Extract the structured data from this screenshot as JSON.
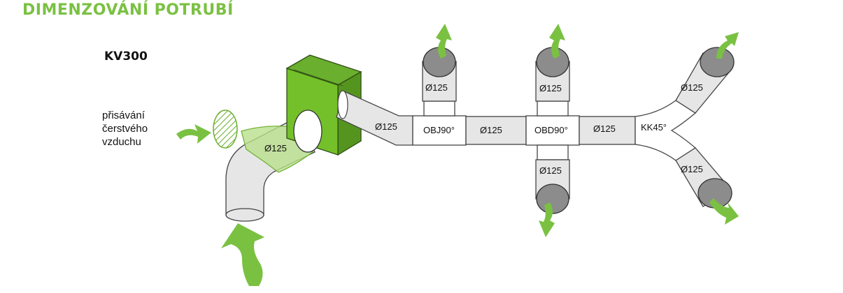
{
  "title": "DIMENZOVÁNÍ POTRUBÍ",
  "unit_label": "KV300",
  "intake_label": [
    "přisávání",
    "čerstvého",
    "vzduchu"
  ],
  "duct_labels": {
    "fresh_air_duct": "Ø125",
    "supply_duct": "Ø125",
    "trunk_1": "Ø125",
    "trunk_2": "Ø125",
    "obj_branch_up": "Ø125",
    "obd_branch_up": "Ø125",
    "obd_branch_down": "Ø125",
    "kk_branch_up": "Ø125",
    "kk_branch_down": "Ø125"
  },
  "fittings": {
    "obj": "OBJ90°",
    "obd": "OBD90°",
    "kk": "KK45°"
  },
  "colors": {
    "accent_green": "#7ac142",
    "unit_green": "#74c02a",
    "duct_fill": "#e6e6e6",
    "outlet_grey": "#8c8c8c"
  }
}
